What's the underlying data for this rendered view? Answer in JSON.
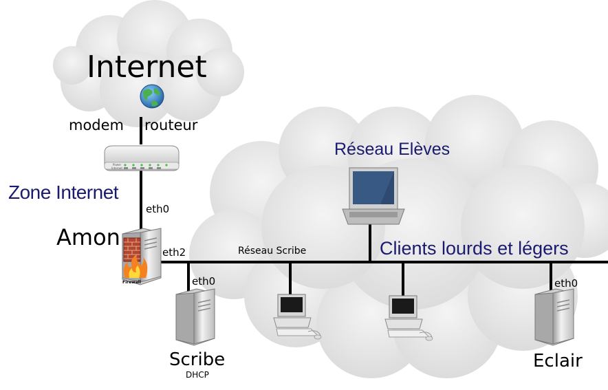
{
  "labels": {
    "internet": "Internet",
    "modem": "modem",
    "routeur": "routeur",
    "zone_internet": "Zone Internet",
    "amon": "Amon",
    "firewall": "Firewall",
    "eth0_amon": "eth0",
    "eth2_amon": "eth2",
    "reseau_scribe": "Réseau Scribe",
    "reseau_eleves": "Réseau Elèves",
    "clients": "Clients lourds et légers",
    "eth0_scribe": "eth0",
    "scribe": "Scribe",
    "dhcp": "DHCP",
    "eth0_eclair": "eth0",
    "eclair": "Eclair"
  },
  "router_panel": {
    "power": "Power",
    "internet": "Internet"
  },
  "colors": {
    "network_label": "#1a1a6e",
    "cloud": "#e6e6e6",
    "line": "#000000"
  }
}
